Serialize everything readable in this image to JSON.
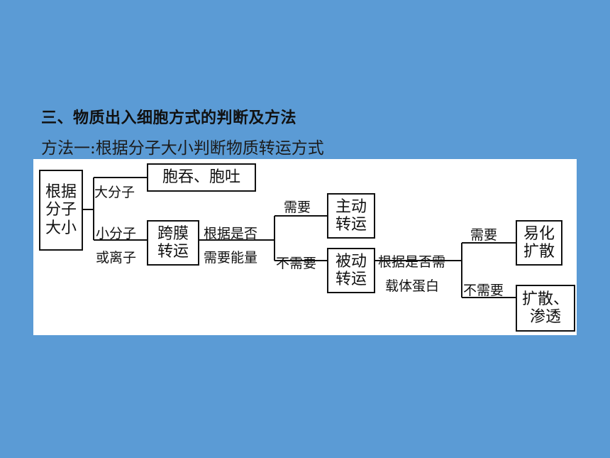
{
  "heading": "三、物质出入细胞方式的判断及方法",
  "subheading": "方法一:根据分子大小判断物质转运方式",
  "diagram": {
    "root": "根据\n分子\n大小",
    "large_label": "大分子",
    "endo_exo": "胞吞、胞吐",
    "small_label_1": "小分子",
    "small_label_2": "或离子",
    "transmembrane": "跨膜\n转运",
    "energy_label_1": "根据是否",
    "energy_label_2": "需要能量",
    "need": "需要",
    "active": "主动\n转运",
    "no_need": "不需要",
    "passive": "被动\n转运",
    "carrier_label_1": "根据是否需",
    "carrier_label_2": "载体蛋白",
    "need2": "需要",
    "facilitated": "易化\n扩散",
    "no_need2": "不需要",
    "diffusion": "扩散、\n渗透"
  }
}
